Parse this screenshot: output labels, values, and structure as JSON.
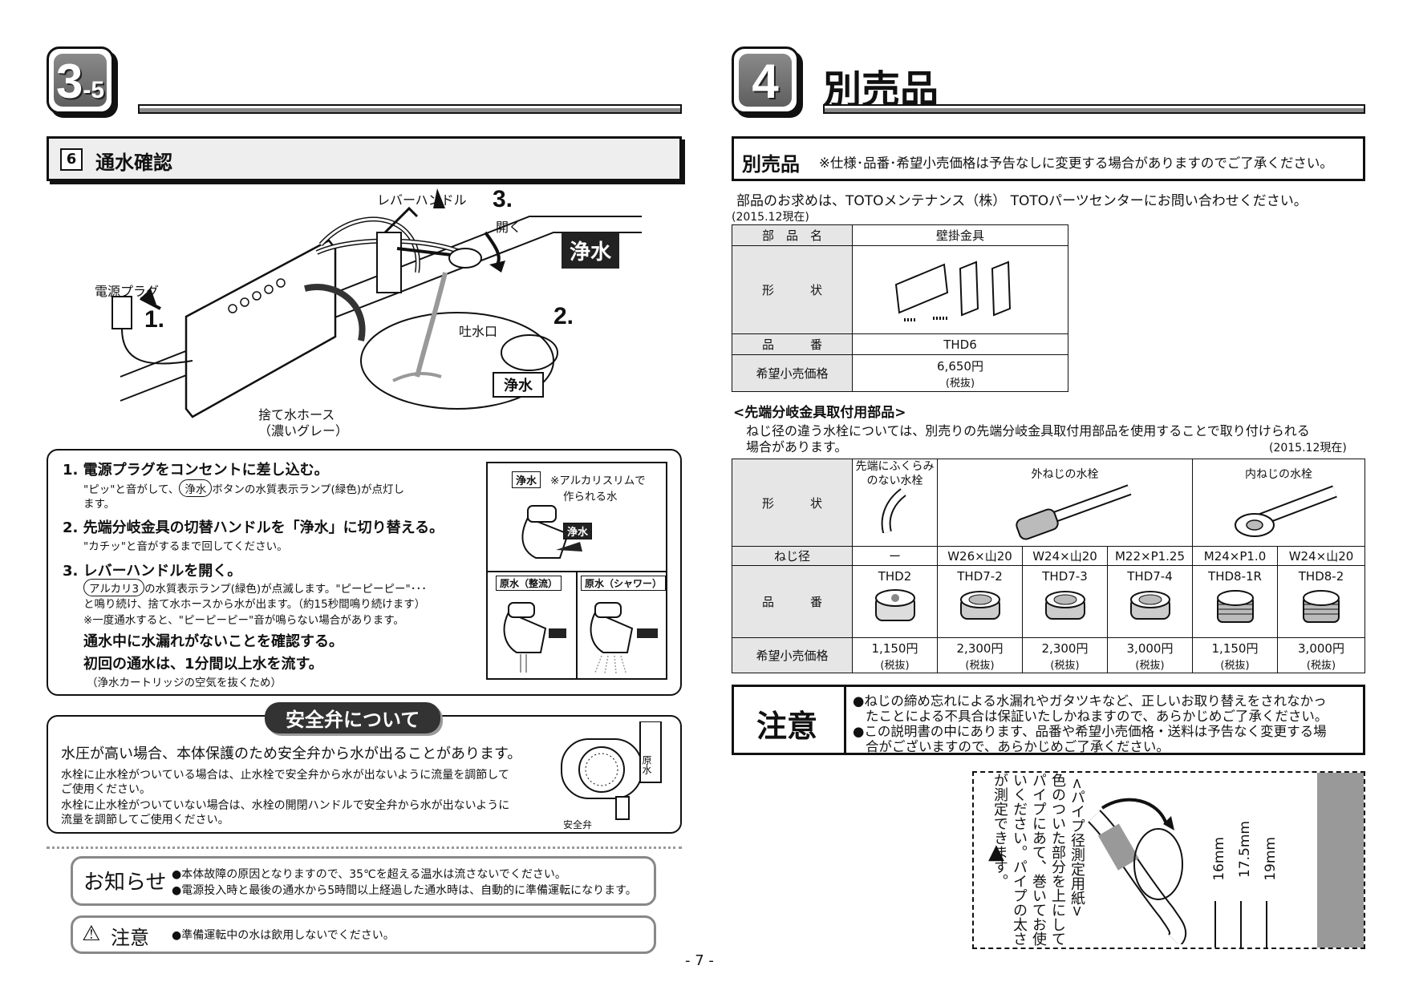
{
  "left": {
    "badge": {
      "num": "3",
      "sub": "-5"
    },
    "section": {
      "num": "6",
      "title": "通水確認"
    },
    "diagram_labels": {
      "lever": "レバーハンドル",
      "step3": "3.",
      "open": "開く",
      "purified_big": "浄水",
      "power_plug": "電源プラグ",
      "step1": "1.",
      "step2": "2.",
      "spout": "吐水口",
      "purified_small": "浄水",
      "hose": "捨て水ホース",
      "hose_color": "（濃いグレー）"
    },
    "steps": [
      {
        "title": "1. 電源プラグをコンセントに差し込む。",
        "body1a": "\"ピッ\"と音がして、",
        "body1pill": "浄水",
        "body1b": "ボタンの水質表示ランプ(緑色)が点灯し",
        "body2": "ます。"
      },
      {
        "title": "2. 先端分岐金具の切替ハンドルを「浄水」に切り替える。",
        "body": "\"カチッ\"と音がするまで回してください。"
      },
      {
        "title": "3. レバーハンドルを開く。",
        "pill": "アルカリ3",
        "body1": "の水質表示ランプ(緑色)が点滅します。\"ピーピーピー\"･･･",
        "body2": "と鳴り続け、捨て水ホースから水が出ます。（約15秒間鳴り続けます）",
        "body3": "※一度通水すると、\"ピーピーピー\"音が鳴らない場合があります。"
      }
    ],
    "emph1": "通水中に水漏れがないことを確認する。",
    "emph2": "初回の通水は、1分間以上水を流す。",
    "emph_note": "（浄水カートリッジの空気を抜くため）",
    "inset": {
      "tag": "浄水",
      "note1": "※アルカリスリムで",
      "note2": "作られる水",
      "side_tag": "浄水",
      "raw1": "原水（整流）",
      "raw2": "原水（シャワー）"
    },
    "safety": {
      "title": "安全弁について",
      "lead": "水圧が高い場合、本体保護のため安全弁から水が出ることがあります。",
      "p1a": "水栓に止水栓がついている場合は、止水栓で安全弁から水が出ないように流量を調節して",
      "p1b": "ご使用ください。",
      "p2a": "水栓に止水栓がついていない場合は、水栓の開閉ハンドルで安全弁から水が出ないように",
      "p2b": "流量を調節してご使用ください。",
      "valve_label": "安全弁",
      "raw_label": "原水"
    },
    "notice": {
      "title": "お知らせ",
      "l1": "●本体故障の原因となりますので、35℃を超える温水は流さないでください。",
      "l2": "●電源投入時と最後の通水から5時間以上経過した通水時は、自動的に準備運転になります。"
    },
    "caution": {
      "title": "注意",
      "l1": "●準備運転中の水は飲用しないでください。"
    }
  },
  "right": {
    "badge": {
      "num": "4"
    },
    "heading": "別売品",
    "bar_title": "別売品",
    "bar_note": "※仕様･品番･希望小売価格は予告なしに変更する場合がありますのでご了承ください。",
    "contact": "部品のお求めは、TOTOメンテナンス（株） TOTOパーツセンターにお問い合わせください。",
    "date1": "(2015.12現在)",
    "table1": {
      "rows": [
        {
          "h": "部　品　名",
          "v": "壁掛金具"
        },
        {
          "h": "形　　　状",
          "v": ""
        },
        {
          "h": "品　　　番",
          "v": "THD6"
        },
        {
          "h": "希望小売価格",
          "v": "6,650円",
          "v2": "(税抜)"
        }
      ]
    },
    "sub_heading": "<先端分岐金具取付用部品>",
    "sub_p1": "ねじ径の違う水栓については、別売りの先端分岐金具取付用部品を使用することで取り付けられる",
    "sub_p2": "場合があります。",
    "date2": "(2015.12現在)",
    "table2": {
      "shape_label": "形　　　状",
      "col_groups": [
        "先端にふくらみのない水栓",
        "外ねじの水栓",
        "内ねじの水栓"
      ],
      "thread_label": "ねじ径",
      "threads": [
        "ー",
        "W26×山20",
        "W24×山20",
        "M22×P1.25",
        "M24×P1.0",
        "W24×山20"
      ],
      "part_label": "品　　　番",
      "parts": [
        "THD2",
        "THD7-2",
        "THD7-3",
        "THD7-4",
        "THD8-1R",
        "THD8-2"
      ],
      "price_label": "希望小売価格",
      "prices": [
        "1,150円",
        "2,300円",
        "2,300円",
        "3,000円",
        "1,150円",
        "3,000円"
      ],
      "tax": "(税抜)"
    },
    "caution": {
      "title": "注意",
      "l1": "●ねじの締め忘れによる水漏れやガタツキなど、正しいお取り替えをされなかっ",
      "l2": "たことによる不具合は保証いたしかねますので、あらかじめご了承ください。",
      "l3": "●この説明書の中にあります、品番や希望小売価格・送料は予告なく変更する場",
      "l4": "合がございますので、あらかじめご了承ください。"
    },
    "gauge": {
      "title": "<パイプ径測定用紙>",
      "t1": "色のついた部分を上にして",
      "t2": "パイプにあて、巻いてお使",
      "t3": "いください。パイプの太さ",
      "t4": "が測定できます。",
      "m1": "16mm",
      "m2": "17.5mm",
      "m3": "19mm"
    }
  },
  "page_number": "- 7 -"
}
